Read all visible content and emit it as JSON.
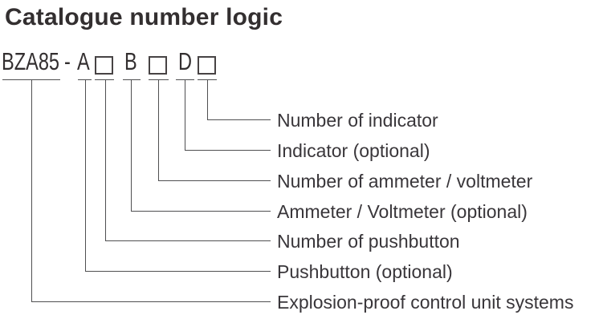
{
  "title": "Catalogue number logic",
  "code": {
    "prefix": "BZA85",
    "separator": "-",
    "letters": [
      "A",
      "B",
      "D"
    ]
  },
  "legend": [
    {
      "label": "Number of indicator",
      "connects_to": "box-after-D"
    },
    {
      "label": "Indicator (optional)",
      "connects_to": "letter-D"
    },
    {
      "label": "Number of ammeter / voltmeter",
      "connects_to": "box-after-B"
    },
    {
      "label": "Ammeter / Voltmeter (optional)",
      "connects_to": "letter-B"
    },
    {
      "label": "Number of pushbutton",
      "connects_to": "box-after-A"
    },
    {
      "label": "Pushbutton (optional)",
      "connects_to": "letter-A"
    },
    {
      "label": "Explosion-proof control unit systems",
      "connects_to": "prefix-BZA85"
    }
  ],
  "colors": {
    "text": "#332f30",
    "line": "#4f4f51",
    "background": "#ffffff"
  }
}
